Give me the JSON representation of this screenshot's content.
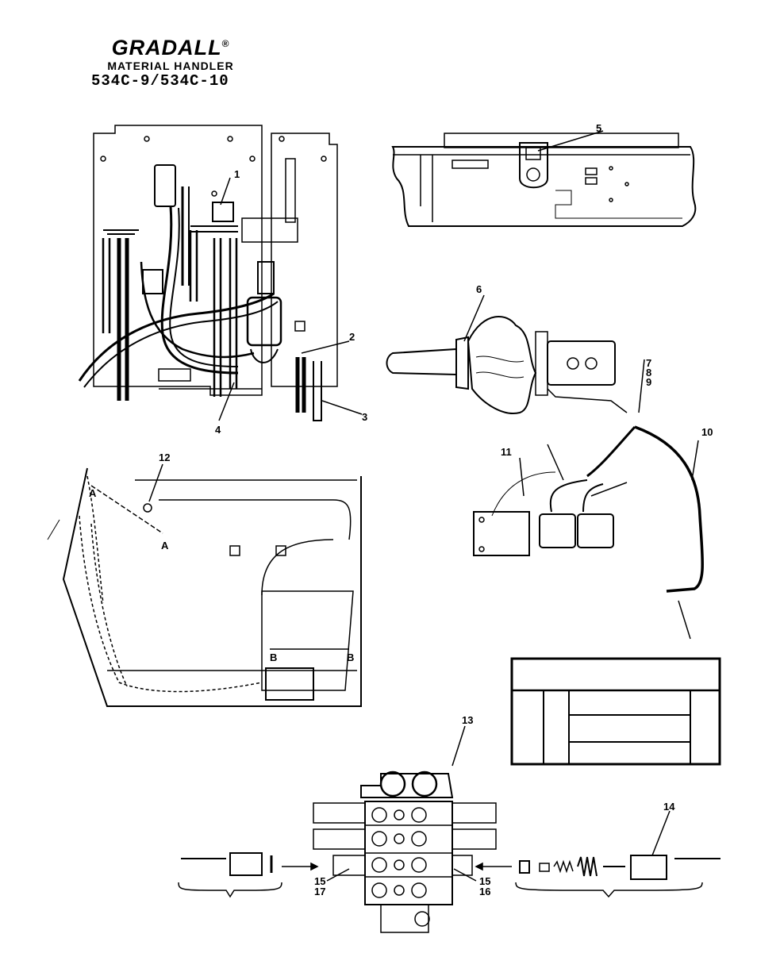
{
  "brand": {
    "logo": "GRADALL",
    "registered": "®",
    "subtitle": "MATERIAL HANDLER",
    "model": "534C-9/534C-10"
  },
  "callouts": {
    "c1": "1",
    "c2": "2",
    "c3": "3",
    "c4": "4",
    "c5": "5",
    "c6": "6",
    "c7": "7",
    "c8": "8",
    "c9": "9",
    "c10": "10",
    "c11": "11",
    "c12": "12",
    "c13": "13",
    "c14": "14",
    "c15a": "15",
    "c17": "17",
    "c15b": "15",
    "c16": "16"
  },
  "section_marks": {
    "a_top": "A",
    "a_bottom": "A",
    "b_left": "B",
    "b_right": "B"
  }
}
